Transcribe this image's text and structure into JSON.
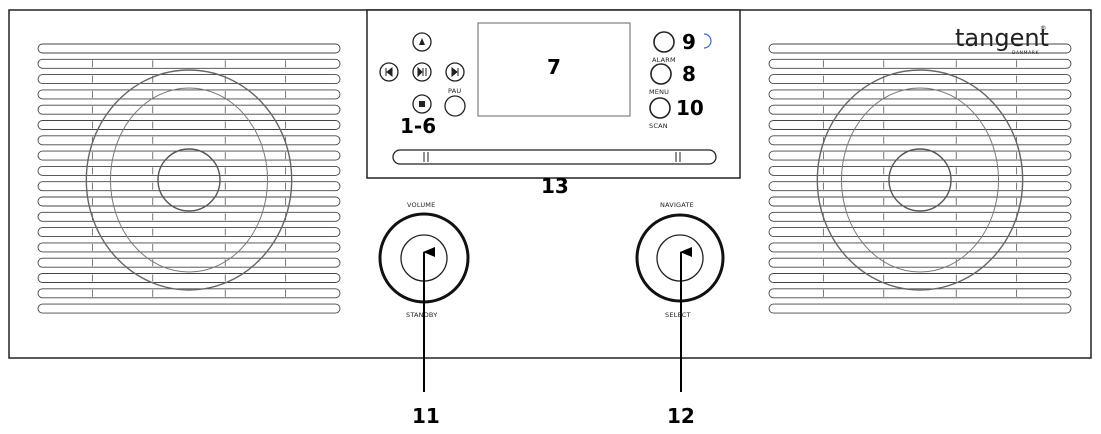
{
  "brand": {
    "name": "tangent",
    "registered": "®",
    "subtitle": "DANMARK"
  },
  "panel": {
    "pau_label": "PAU"
  },
  "right_buttons": {
    "alarm": "ALARM",
    "menu": "MENU",
    "scan": "SCAN"
  },
  "knobs": {
    "volume_top": "VOLUME",
    "volume_bottom": "STANDBY",
    "navigate_top": "NAVIGATE",
    "navigate_bottom": "SELECT"
  },
  "callouts": {
    "c1_6": "1-6",
    "c7": "7",
    "c8": "8",
    "c9": "9",
    "c10": "10",
    "c11": "11",
    "c12": "12",
    "c13": "13"
  }
}
